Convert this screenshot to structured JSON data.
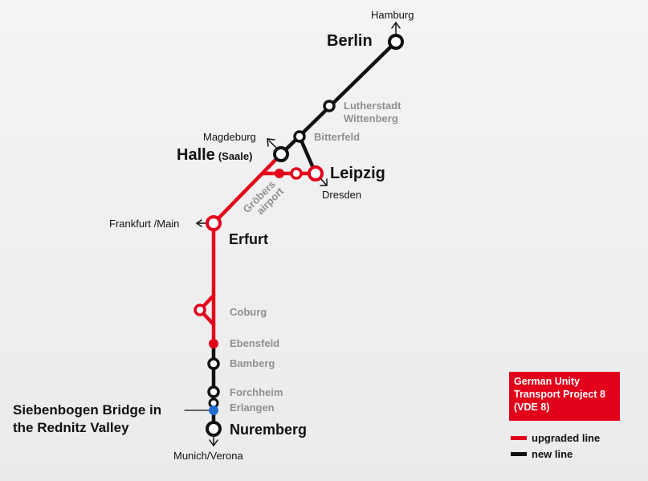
{
  "map": {
    "stations": {
      "berlin": "Berlin",
      "hamburg": "Hamburg",
      "lutherstadt_line1": "Lutherstadt",
      "lutherstadt_line2": "Wittenberg",
      "bitterfeld": "Bitterfeld",
      "magdeburg": "Magdeburg",
      "halle": "Halle",
      "halle_suffix": "(Saale)",
      "leipzig": "Leipzig",
      "dresden": "Dresden",
      "grobers": "Gröbers",
      "airport": "airport",
      "frankfurt": "Frankfurt /Main",
      "erfurt": "Erfurt",
      "coburg": "Coburg",
      "ebensfeld": "Ebensfeld",
      "bamberg": "Bamberg",
      "forchheim": "Forchheim",
      "erlangen": "Erlangen",
      "nuremberg": "Nuremberg",
      "munich": "Munich/Verona",
      "bridge_line1": "Siebenbogen Bridge in",
      "bridge_line2": "the Rednitz Valley"
    },
    "colors": {
      "upgraded": "#e3001b",
      "new": "#111111",
      "bridge": "#1f6fd1",
      "secondary_label": "#8f8f8f"
    }
  },
  "title_box": {
    "line1": "German Unity",
    "line2": "Transport Project 8",
    "line3": "(VDE 8)"
  },
  "legend": {
    "upgraded": "upgraded line",
    "new": "new line"
  }
}
